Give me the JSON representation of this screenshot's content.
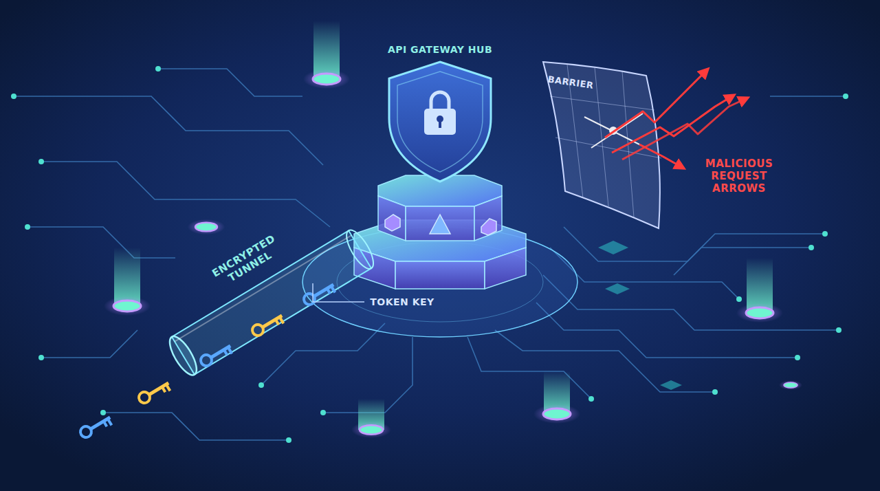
{
  "diagram": {
    "labels": [
      "API GATEWAY HUB",
      "BARRIER",
      "MALICIOUS REQUEST ARROWS",
      "ENCRYPTED TUNNEL",
      "TOKEN KEY"
    ]
  }
}
